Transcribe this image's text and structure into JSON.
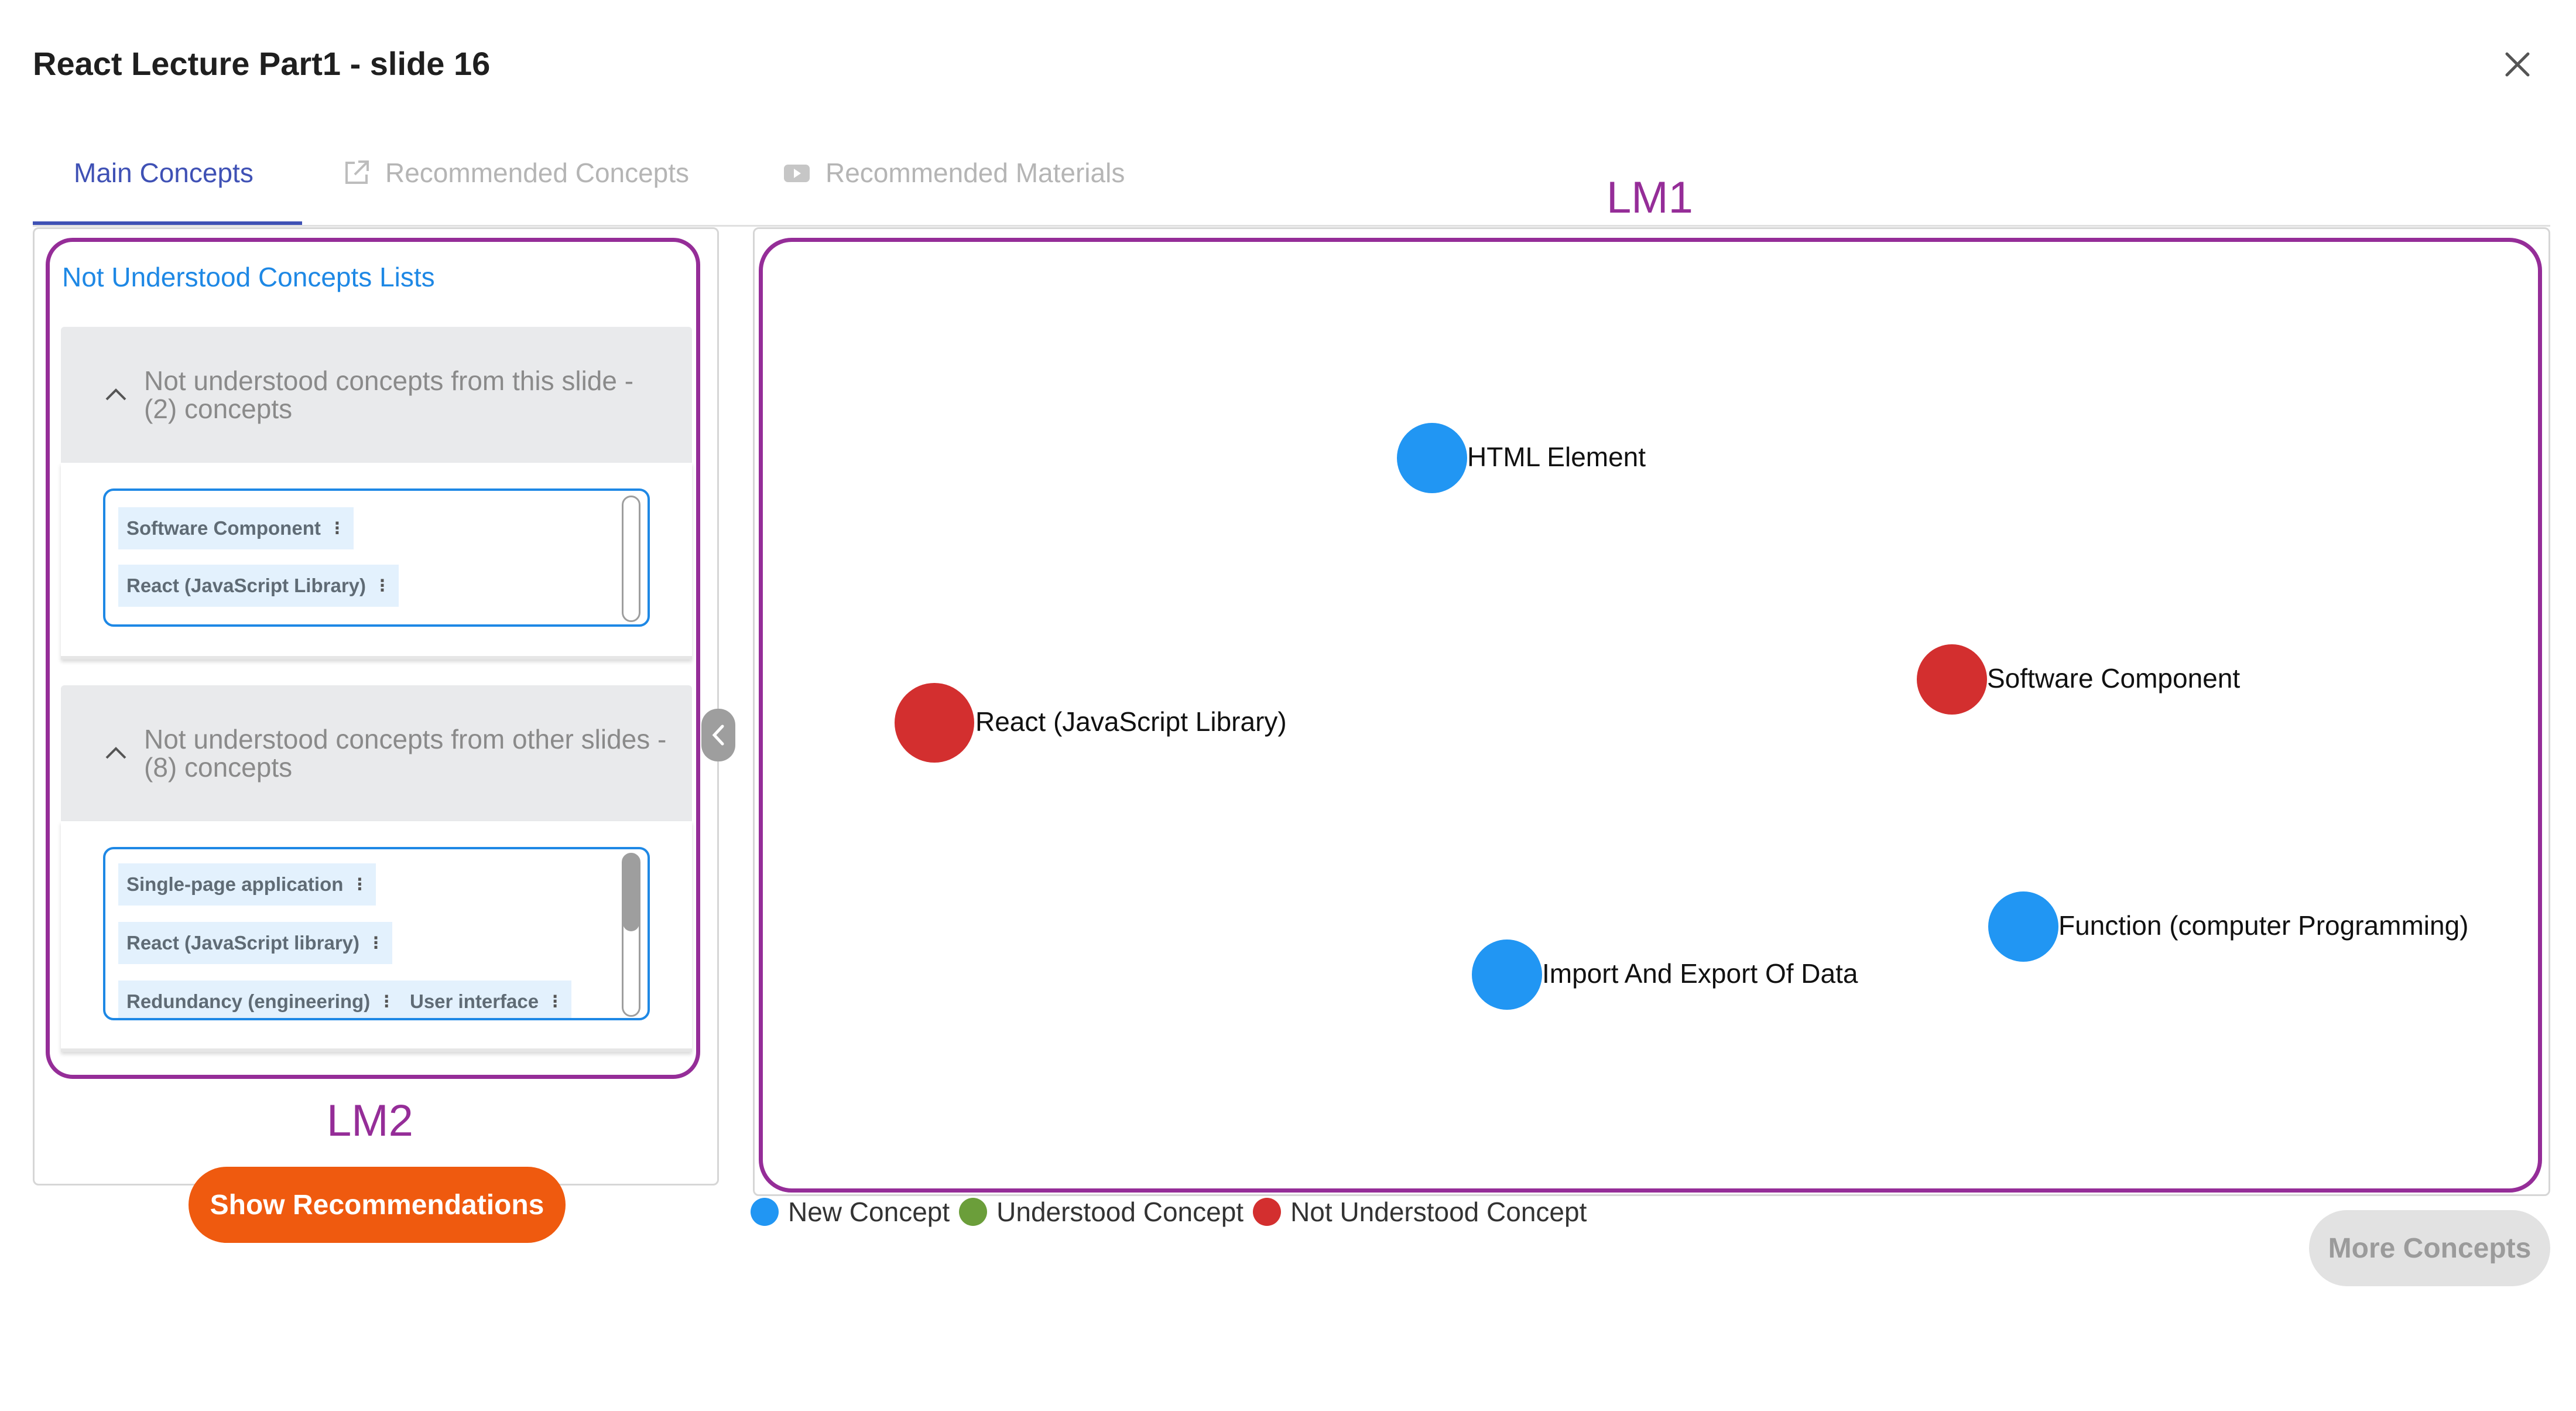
{
  "window": {
    "title": "React Lecture Part1 - slide 16"
  },
  "tabs": [
    {
      "label": "Main Concepts",
      "active": true,
      "icon": "none"
    },
    {
      "label": "Recommended Concepts",
      "active": false,
      "icon": "open-in-new-icon"
    },
    {
      "label": "Recommended Materials",
      "active": false,
      "icon": "video-icon"
    }
  ],
  "left_panel": {
    "title": "Not Understood Concepts Lists",
    "sections": [
      {
        "title": "Not understood concepts from this slide - (2) concepts",
        "expanded": true,
        "chips": [
          "Software Component",
          "React (JavaScript Library)"
        ]
      },
      {
        "title": "Not understood concepts from other slides - (8) concepts",
        "expanded": true,
        "chips": [
          "Single-page application",
          "React (JavaScript library)",
          "Redundancy (engineering)",
          "User interface"
        ]
      }
    ],
    "annotation_label": "LM2",
    "show_recommendations_label": "Show Recommendations"
  },
  "graph": {
    "annotation_label": "LM1",
    "nodes": [
      {
        "label": "HTML Element",
        "status": "new"
      },
      {
        "label": "Software Component",
        "status": "not_understood"
      },
      {
        "label": "React (JavaScript Library)",
        "status": "not_understood"
      },
      {
        "label": "Function (computer Programming)",
        "status": "new"
      },
      {
        "label": "Import And Export Of Data",
        "status": "new"
      }
    ]
  },
  "legend": [
    {
      "label": "New Concept",
      "color": "#2196f3"
    },
    {
      "label": "Understood Concept",
      "color": "#6b9e3a"
    },
    {
      "label": "Not Understood Concept",
      "color": "#d32f2f"
    }
  ],
  "colors": {
    "new": "#2196f3",
    "understood": "#6b9e3a",
    "not_understood": "#d32f2f",
    "accent": "#3f51b5",
    "annotation": "#952d98",
    "primary_button": "#ef5a0f"
  },
  "more_concepts_label": "More Concepts"
}
